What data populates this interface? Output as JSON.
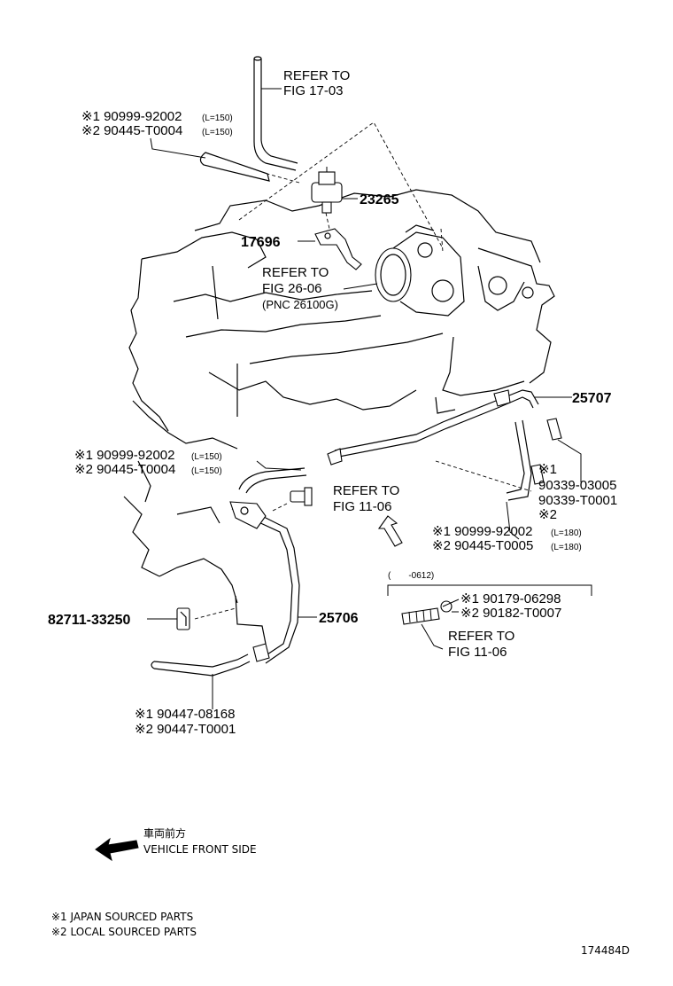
{
  "refer_17_03": [
    "REFER TO",
    "FIG 17-03"
  ],
  "hose_top": [
    "※1 90999-92002",
    "(L=150)",
    "※2 90445-T0004",
    "(L=150)"
  ],
  "part_23265": "23265",
  "part_17696": "17696",
  "refer_26_06": [
    "REFER TO",
    "FIG 26-06",
    "(PNC 26100G)"
  ],
  "part_25707": "25707",
  "hose_mid": [
    "※1 90999-92002",
    "(L=150)",
    "※2 90445-T0004",
    "(L=150)"
  ],
  "refer_11_06_a": [
    "REFER TO",
    "FIG 11-06"
  ],
  "clip_right": [
    "※1",
    "90339-03005",
    "90339-T0001",
    "※2"
  ],
  "hose_right": [
    "※1 90999-92002",
    "(L=180)",
    "※2 90445-T0005",
    "(L=180)"
  ],
  "date_range": "(　　-0612)",
  "nut": [
    "※1 90179-06298",
    "※2 90182-T0007"
  ],
  "refer_11_06_b": [
    "REFER TO",
    "FIG 11-06"
  ],
  "part_82711": "82711-33250",
  "part_25706": "25706",
  "hose_bottom": [
    "※1 90447-08168",
    "※2 90447-T0001"
  ],
  "front": [
    "車両前方",
    "VEHICLE FRONT SIDE"
  ],
  "footnotes": [
    "※1 JAPAN SOURCED PARTS",
    "※2 LOCAL SOURCED PARTS"
  ],
  "drawing_number": "174484D"
}
